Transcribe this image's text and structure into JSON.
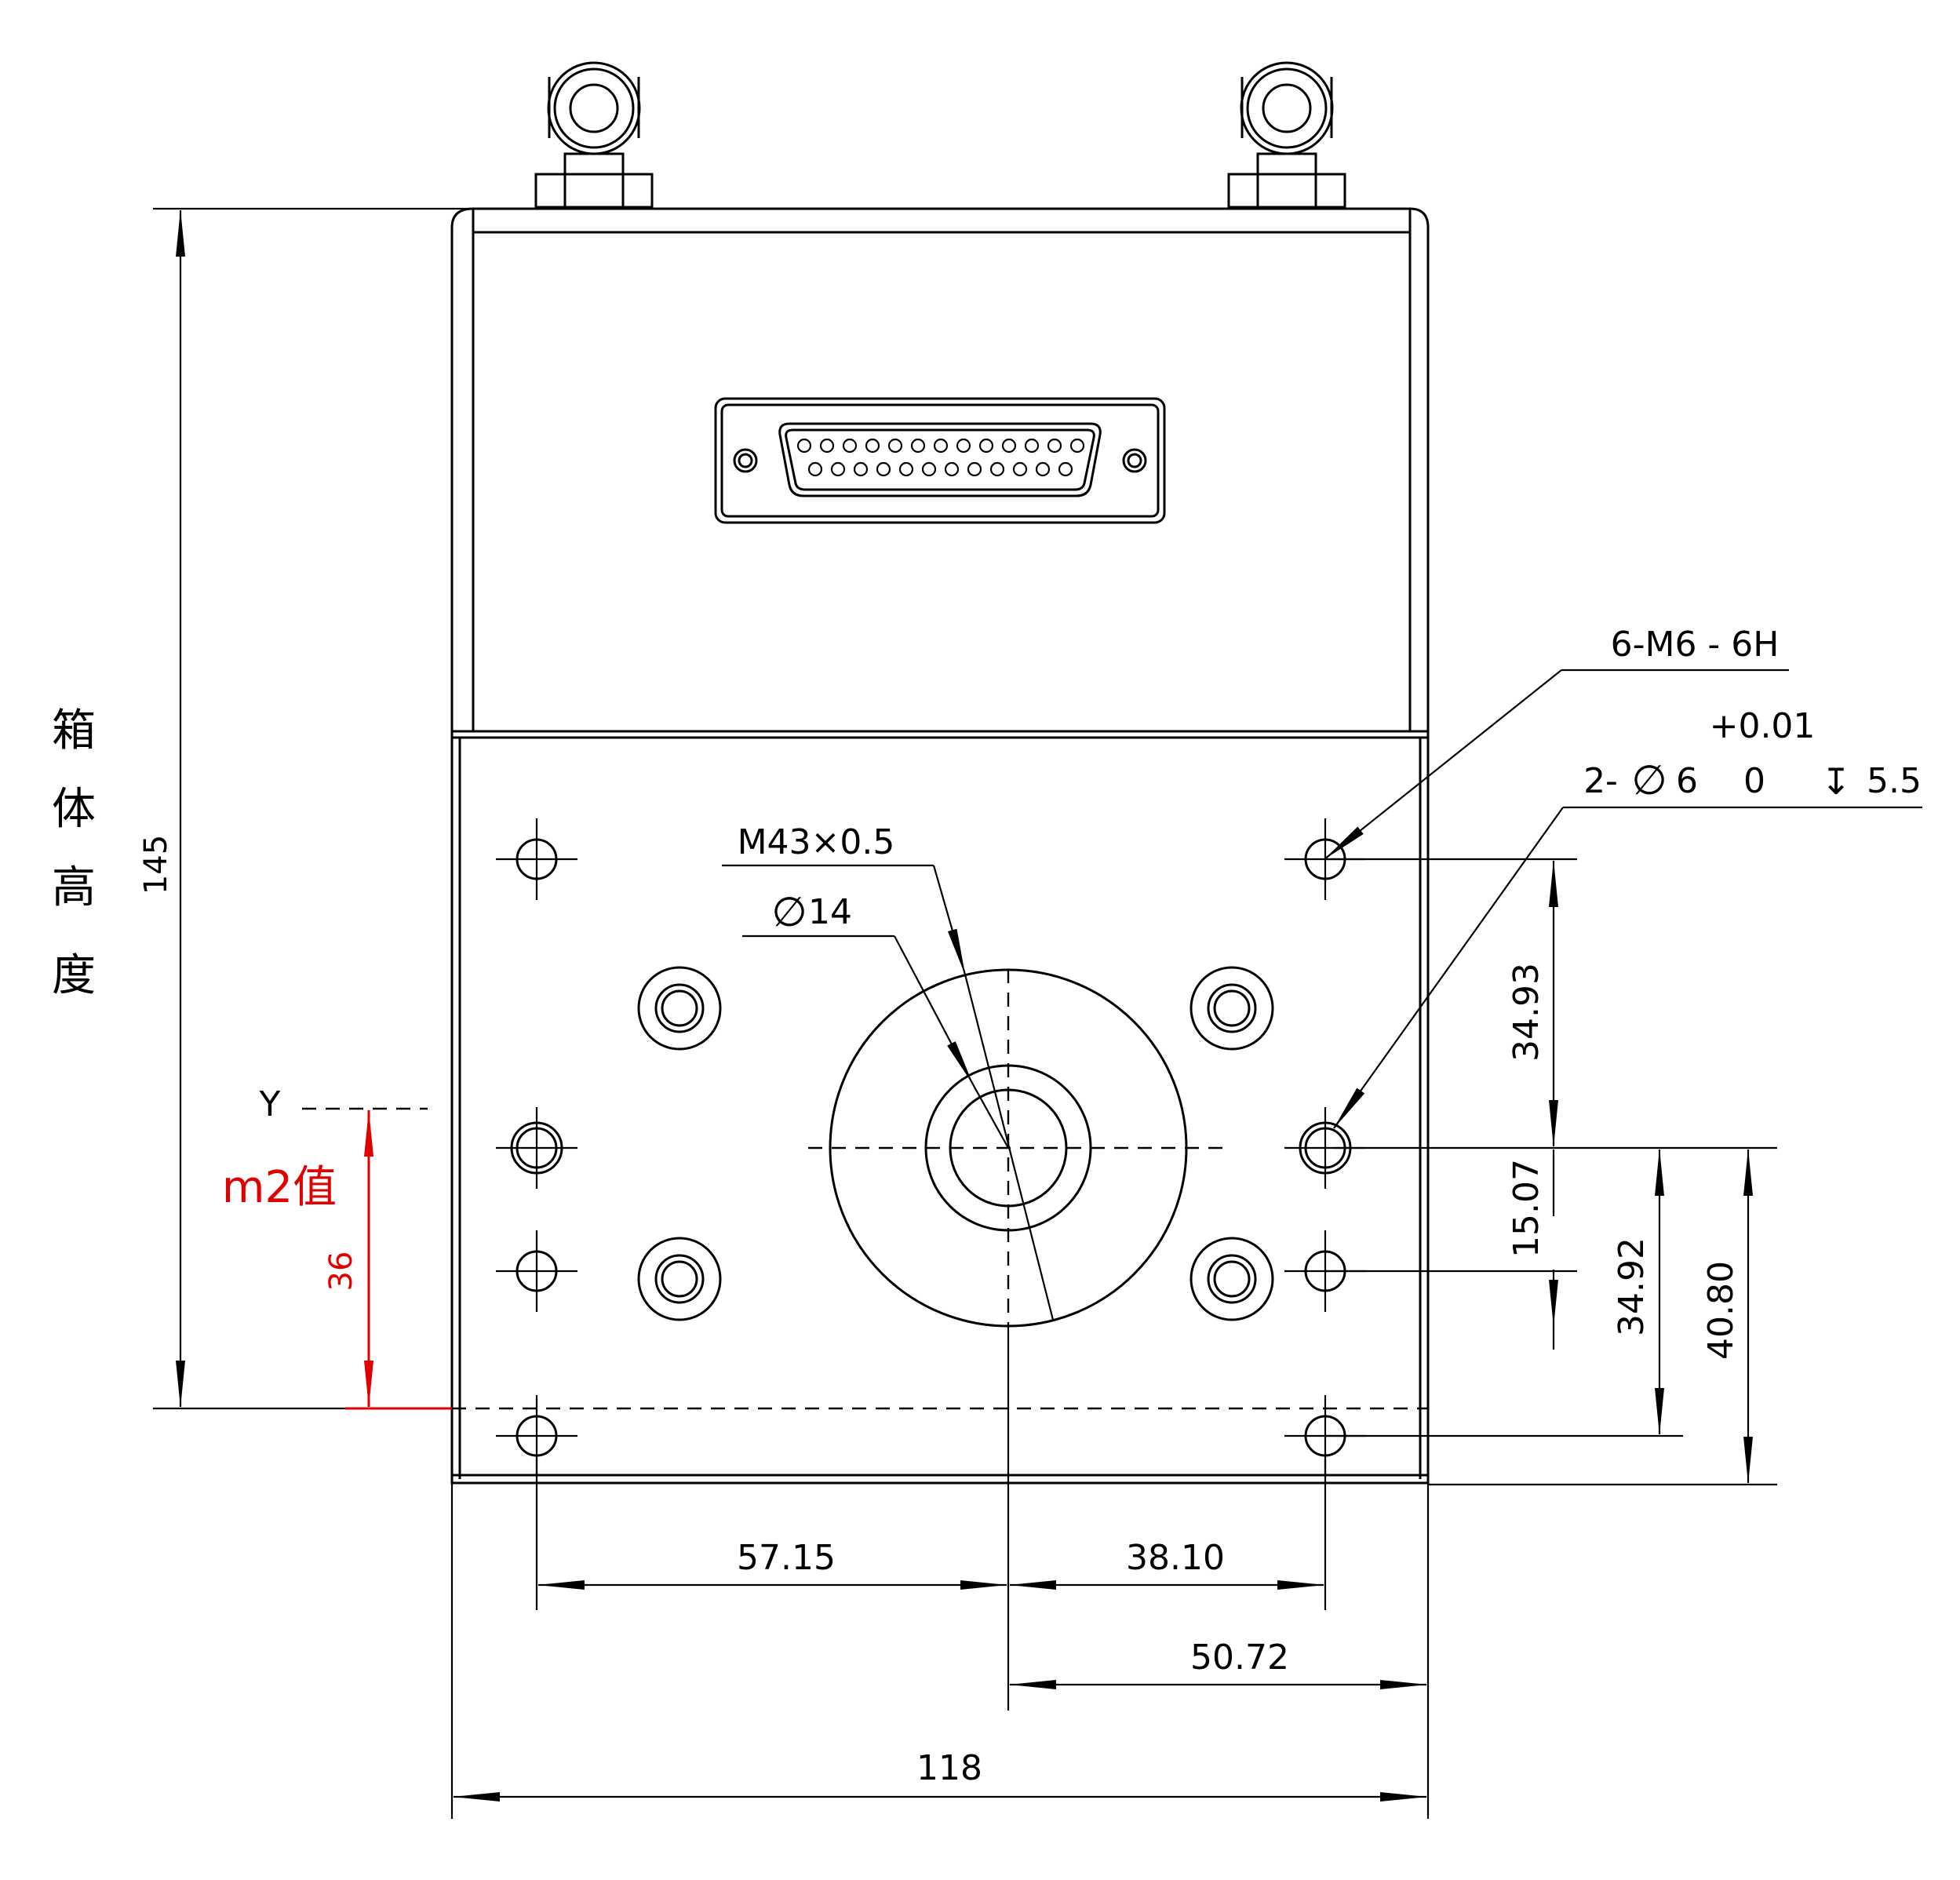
{
  "labels": {
    "height_label_chars": [
      "箱",
      "体",
      "高",
      "度"
    ],
    "y_axis_label": "Y",
    "m2_label": "m2值",
    "thread_callout": "6-M6 - 6H",
    "tolerance_upper": "+0.01",
    "hole_callout_prefix": "2-",
    "hole_diameter_symbol": "∅",
    "hole_diameter": "6",
    "tolerance_lower": "0",
    "depth_symbol": "↧",
    "depth_value": "5.5",
    "center_thread": "M43×0.5",
    "center_bore_symbol": "∅",
    "center_bore": "14"
  },
  "dimensions": {
    "box_height": "145",
    "m2_height": "36",
    "d_34_93": "34.93",
    "d_15_07": "15.07",
    "d_34_92": "34.92",
    "d_40_80": "40.80",
    "d_57_15": "57.15",
    "d_38_10": "38.10",
    "d_50_72": "50.72",
    "overall_width": "118"
  },
  "colors": {
    "line": "#000000",
    "highlight": "#e00000"
  }
}
